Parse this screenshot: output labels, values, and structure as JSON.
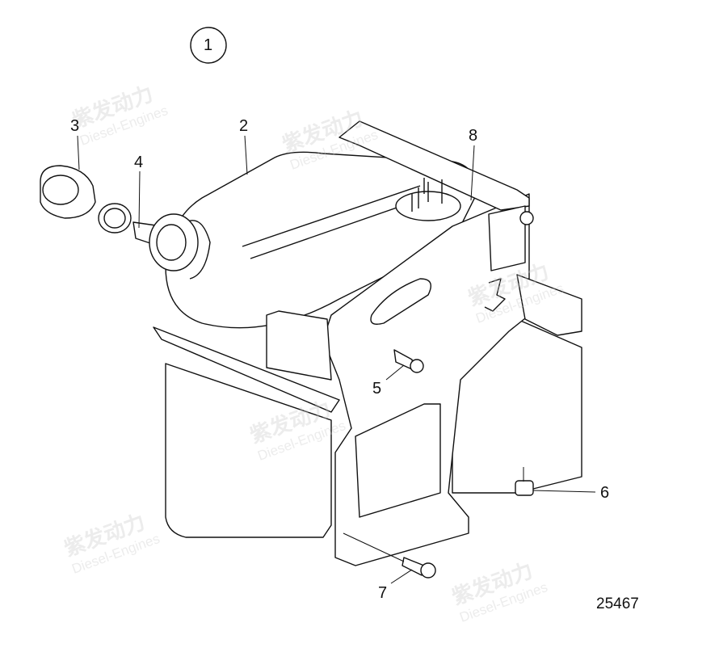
{
  "diagram": {
    "view_number": "1",
    "drawing_number": "25467",
    "callouts": [
      "2",
      "3",
      "4",
      "5",
      "6",
      "7",
      "8"
    ],
    "watermark": {
      "cn": "紫发动力",
      "en": "Diesel-Engines"
    }
  }
}
